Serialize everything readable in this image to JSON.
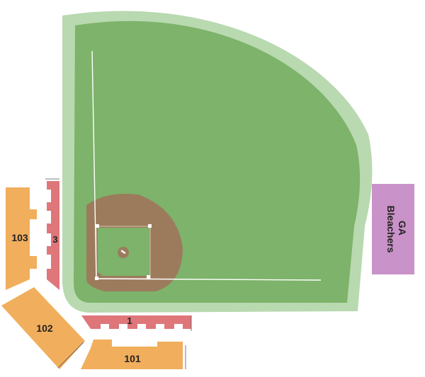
{
  "map": {
    "sections": {
      "s101": "101",
      "s102": "102",
      "s103": "103",
      "s1": "1",
      "s3": "3",
      "ga_line1": "GA",
      "ga_line2": "Bleachers"
    },
    "colors": {
      "outfield": "#7db36a",
      "warning_track": "#b9d9b0",
      "infield_dirt": "#9c7b5d",
      "orange_sections": "#f1ae5c",
      "red_sections": "#de767a",
      "ga_bleachers": "#c992c8",
      "foul_lines": "#ffffff"
    }
  }
}
